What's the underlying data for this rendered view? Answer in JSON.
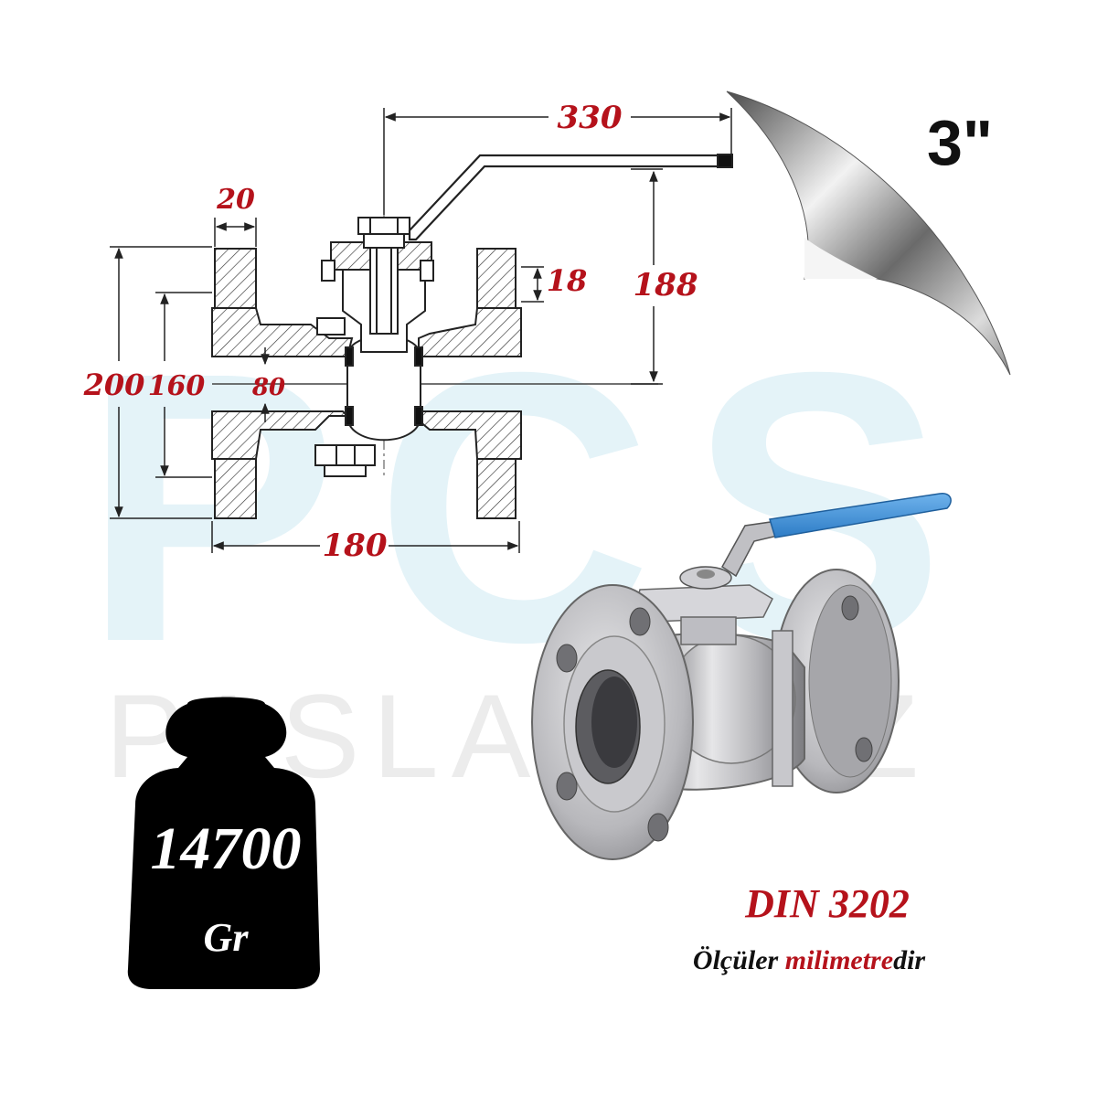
{
  "size_label": "3\"",
  "dimensions": {
    "handle_length": "330",
    "flange_thickness": "20",
    "stem_height": "18",
    "handle_height": "188",
    "flange_diameter": "200",
    "bolt_circle": "160",
    "bore": "80",
    "face_to_face": "180"
  },
  "watermark": {
    "logo": "PCS",
    "text": "PASLANMAZ"
  },
  "weight": {
    "value": "14700",
    "unit": "Gr"
  },
  "standard": "DIN 3202",
  "note": {
    "prefix": "Ölçüler ",
    "highlight": "milimetre",
    "suffix": "dir"
  },
  "colors": {
    "dimension_red": "#b5121b",
    "handle_blue": "#3b8fd9",
    "watermark_blue": "#e4f3f8",
    "weight_black": "#000000"
  }
}
